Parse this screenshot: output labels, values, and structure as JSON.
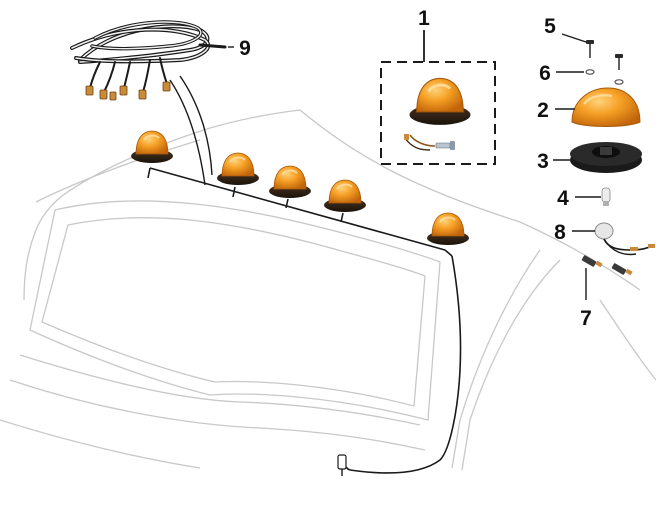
{
  "callouts": {
    "c1": "1",
    "c2": "2",
    "c3": "3",
    "c4": "4",
    "c5": "5",
    "c6": "6",
    "c7": "7",
    "c8": "8",
    "c9": "9"
  },
  "colors": {
    "amber": "#f39a1c",
    "amber_dark": "#c46a08",
    "lens_base": "#2a1d12",
    "body_outline": "#c8c8c8",
    "wire": "#1a1a1a"
  }
}
